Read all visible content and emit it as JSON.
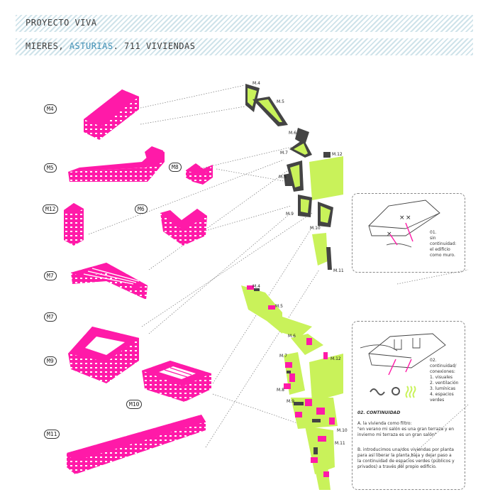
{
  "header": {
    "title": "PROYECTO VIVA",
    "subtitle_prefix": "MIERES,",
    "subtitle_accent": "ASTURIAS",
    "subtitle_suffix": ". 711 VIVIENDAS"
  },
  "modules": {
    "m4": "M4",
    "m5": "M5",
    "m8": "M8",
    "m12": "M12",
    "m6": "M6",
    "m7a": "M7",
    "m7b": "M7",
    "m9": "M9",
    "m10": "M10",
    "m11": "M11"
  },
  "plan_labels": {
    "m4": "M.4",
    "m5": "M.5",
    "m6": "M.6",
    "m7": "M.7",
    "m12": "M.12",
    "m8": "M.8",
    "m9": "M.9",
    "m10": "M.10",
    "m11": "M.11"
  },
  "plan2_labels": {
    "m4": "M.4",
    "m5": "M.5",
    "m6": "M.6",
    "m7": "M.7",
    "m12": "M.12",
    "m8": "M.8",
    "m9": "M.9",
    "m10": "M.10",
    "m11": "M.11"
  },
  "panel1": {
    "lines": [
      "01.",
      "sin",
      "continuidad:",
      "el edificio",
      "como muro."
    ]
  },
  "panel2": {
    "lines": [
      "02.",
      "continuidad/",
      "conexiones:",
      "1. visuales",
      "2. ventilación",
      "3. lumínicas",
      "4. espacios",
      "verdes"
    ],
    "heading": "02. CONTINUIDAD",
    "a_lines": [
      "A. la vivienda como filtro:",
      "\"en verano mi salón es una gran terraza y en",
      "invierno mi terraza es un gran salón\""
    ],
    "b_lines": [
      "B. introducimos una/dos viviendas por planta",
      "para así liberar la planta baja y dejar paso a",
      "la continuidad de espacios verdes (públicos y",
      "privados) a través del propio edificio."
    ]
  },
  "colors": {
    "magenta": "#ff1aa8",
    "lime": "#c9f25a",
    "dark": "#444444",
    "accent": "#3f8fb5"
  }
}
